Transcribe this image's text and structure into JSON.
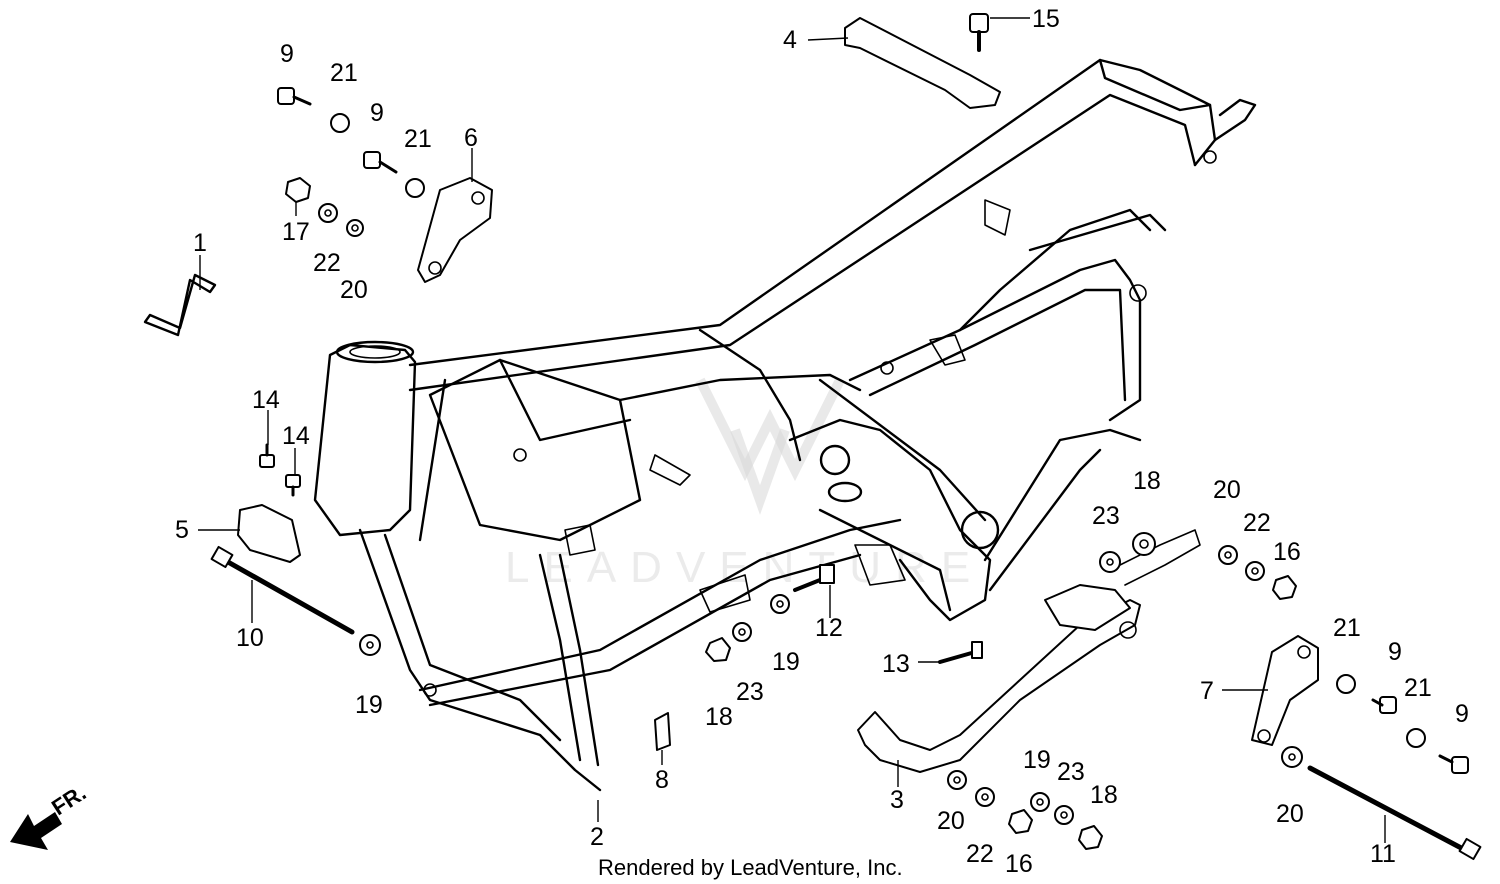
{
  "callouts": {
    "c1": "1",
    "c2": "2",
    "c3": "3",
    "c4": "4",
    "c5": "5",
    "c6": "6",
    "c7": "7",
    "c8": "8",
    "c9a": "9",
    "c9b": "9",
    "c9c": "9",
    "c9d": "9",
    "c10": "10",
    "c11": "11",
    "c12": "12",
    "c13": "13",
    "c14a": "14",
    "c14b": "14",
    "c15": "15",
    "c16a": "16",
    "c16b": "16",
    "c17": "17",
    "c18a": "18",
    "c18b": "18",
    "c18c": "18",
    "c19a": "19",
    "c19b": "19",
    "c19c": "19",
    "c20a": "20",
    "c20b": "20",
    "c20c": "20",
    "c20d": "20",
    "c21a": "21",
    "c21b": "21",
    "c21c": "21",
    "c21d": "21",
    "c22a": "22",
    "c22b": "22",
    "c22c": "22",
    "c23a": "23",
    "c23b": "23",
    "c23c": "23"
  },
  "direction_label": "FR.",
  "credit": "Rendered by LeadVenture, Inc.",
  "watermark": "LEADVENTURE"
}
